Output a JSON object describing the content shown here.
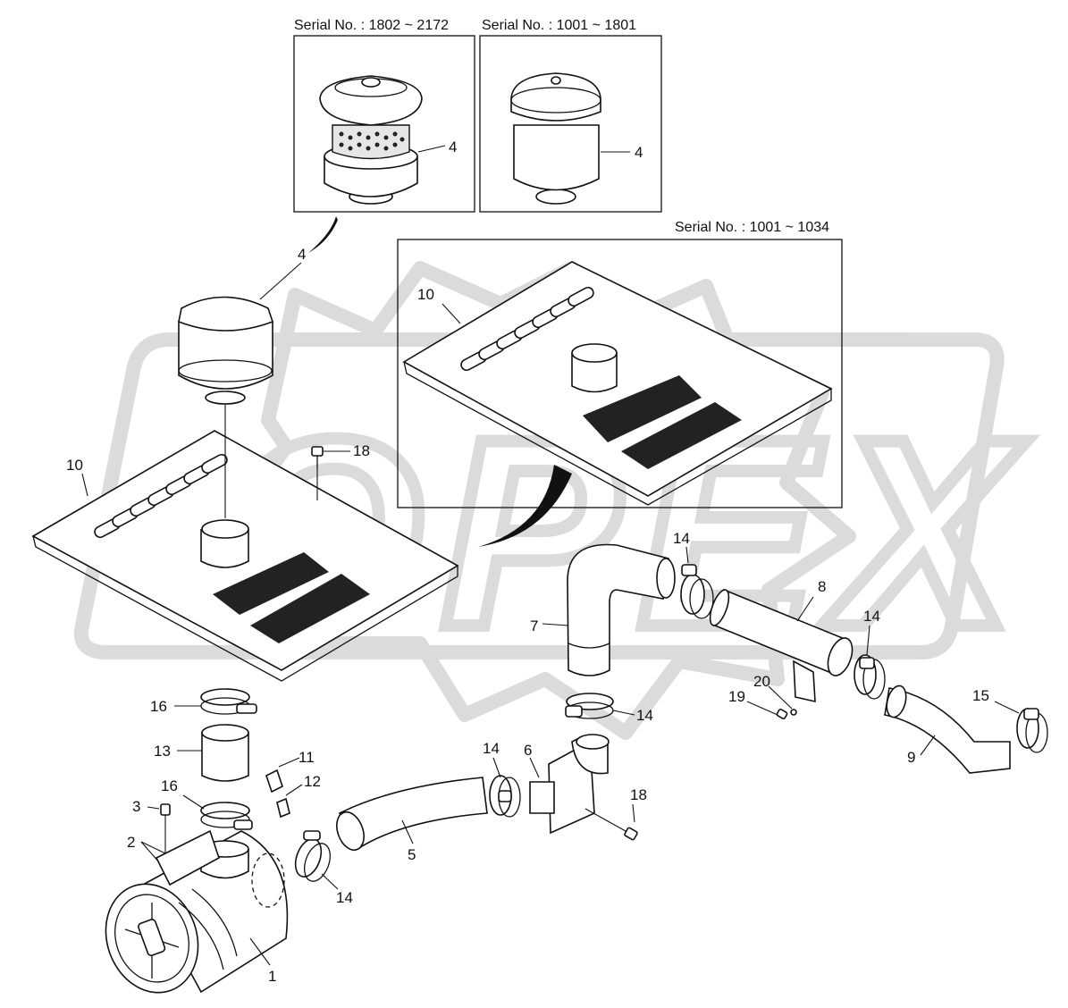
{
  "insets": [
    {
      "id": "inset-a",
      "title": "Serial No. : 1802 ~ 2172"
    },
    {
      "id": "inset-b",
      "title": "Serial No. : 1001 ~ 1801"
    },
    {
      "id": "inset-c",
      "title": "Serial No. : 1001 ~ 1034"
    }
  ],
  "watermark": {
    "text": "OPEX"
  },
  "callouts": {
    "c1": "1",
    "c2": "2",
    "c3": "3",
    "c4a": "4",
    "c4b": "4",
    "c4c": "4",
    "c5": "5",
    "c6": "6",
    "c7": "7",
    "c8": "8",
    "c9": "9",
    "c10a": "10",
    "c10b": "10",
    "c11": "11",
    "c12": "12",
    "c13": "13",
    "c14a": "14",
    "c14b": "14",
    "c14c": "14",
    "c14d": "14",
    "c14e": "14",
    "c15": "15",
    "c16a": "16",
    "c16b": "16",
    "c18a": "18",
    "c18b": "18",
    "c19": "19",
    "c20": "20"
  }
}
